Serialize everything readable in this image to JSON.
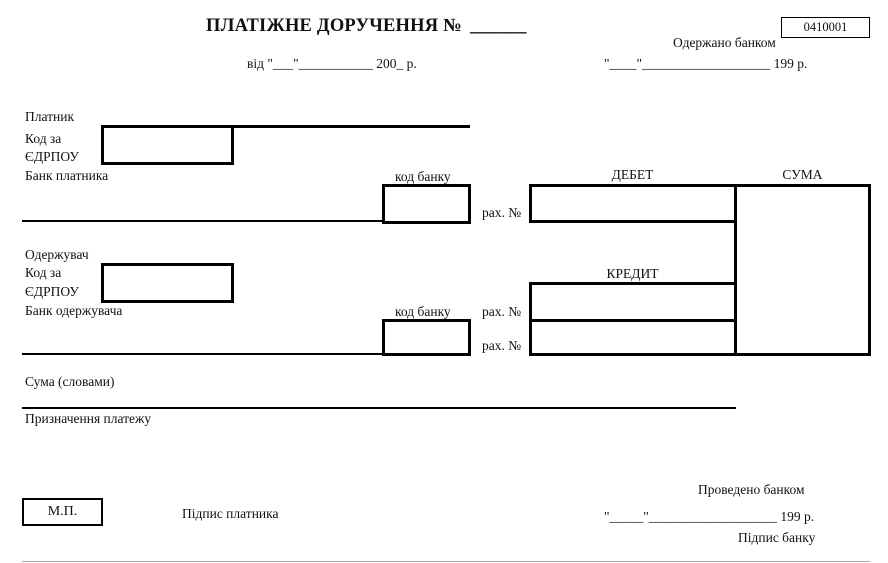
{
  "header": {
    "title": "ПЛАТІЖНЕ ДОРУЧЕННЯ №",
    "number_blank": "______",
    "form_code": "0410001",
    "date_line": "від \"___\"___________ 200_ р.",
    "received_label": "Одержано банком",
    "received_date": "\"____\"___________________ 199    р."
  },
  "payer": {
    "label": "Платник",
    "code_label_1": "Код за",
    "code_label_2": "ЄДРПОУ",
    "bank_label": "Банк платника",
    "bank_code_label": "код банку"
  },
  "debit": {
    "label": "ДЕБЕТ",
    "account_label": "рах. №"
  },
  "sum_label": "СУМА",
  "recipient": {
    "label": "Одержувач",
    "code_label_1": "Код за",
    "code_label_2": "ЄДРПОУ",
    "bank_label": "Банк одержувача",
    "bank_code_label": "код банку"
  },
  "credit": {
    "label": "КРЕДИТ",
    "account_label_1": "рах. №",
    "account_label_2": "рах. №"
  },
  "amount_words_label": "Сума (словами)",
  "purpose_label": "Призначення платежу",
  "footer": {
    "stamp_label": "М.П.",
    "payer_signature_label": "Підпис платника",
    "processed_label": "Проведено банком",
    "processed_date": "\"_____\"___________________ 199    р.",
    "bank_signature_label": "Підпис банку"
  }
}
